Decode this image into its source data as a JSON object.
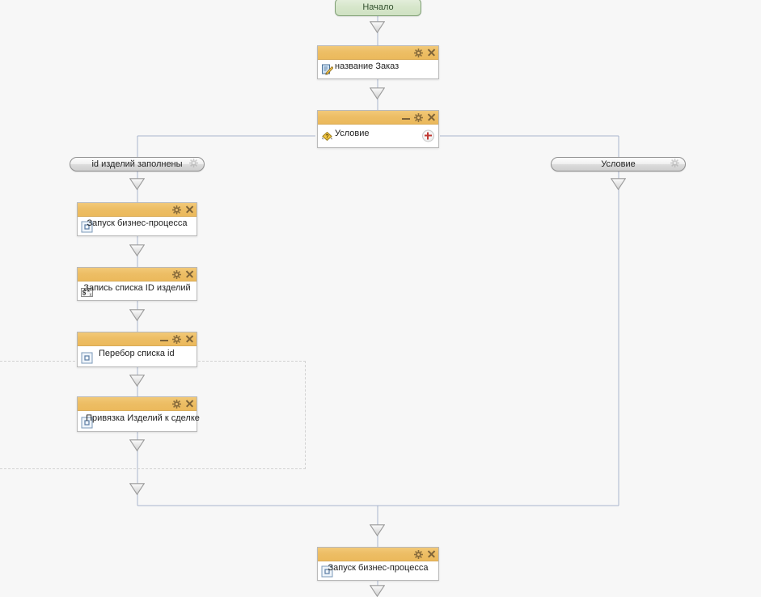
{
  "canvas": {
    "background": "#f7f7f7",
    "connector_color": "#a8b4cc",
    "loop_frame_color": "#d2d2d2",
    "node_header_color": "#edbe65",
    "start_node_color": "#d6e6ca"
  },
  "start_node": {
    "label": "Начало",
    "name": "start-node"
  },
  "nodes": [
    {
      "id": "order-name",
      "label": "название Заказ",
      "icon": "edit-pencil-icon",
      "controls": [
        "gear-icon",
        "close-icon"
      ],
      "has_plus": false
    },
    {
      "id": "condition",
      "label": "Условие",
      "icon": "condition-question-icon",
      "controls": [
        "minimize-icon",
        "gear-icon",
        "close-icon"
      ],
      "has_plus": true
    },
    {
      "id": "start-bp-left",
      "label": "Запуск бизнес-процесса",
      "icon": "process-square-icon",
      "controls": [
        "gear-icon",
        "close-icon"
      ],
      "has_plus": false
    },
    {
      "id": "write-id-list",
      "label": "Запись списка ID изделий",
      "icon": "variable-assign-icon",
      "controls": [
        "gear-icon",
        "close-icon"
      ],
      "has_plus": false
    },
    {
      "id": "loop-id-list",
      "label": "Перебор списка id",
      "icon": "process-square-icon",
      "controls": [
        "minimize-icon",
        "gear-icon",
        "close-icon"
      ],
      "has_plus": false
    },
    {
      "id": "link-products",
      "label": "Привязка Изделий к сделке",
      "icon": "process-square-icon",
      "controls": [
        "gear-icon",
        "close-icon"
      ],
      "has_plus": false
    },
    {
      "id": "start-bp-final",
      "label": "Запуск бизнес-процесса",
      "icon": "process-square-icon",
      "controls": [
        "gear-icon",
        "close-icon"
      ],
      "has_plus": false
    }
  ],
  "branches": [
    {
      "id": "branch-left",
      "label": "id изделий заполнены",
      "icon": "gear-icon"
    },
    {
      "id": "branch-right",
      "label": "Условие",
      "icon": "gear-icon"
    }
  ],
  "loop_frame": {
    "name": "loop-container-frame",
    "style": "dashed"
  }
}
